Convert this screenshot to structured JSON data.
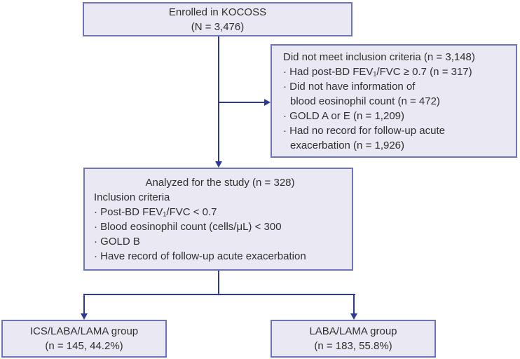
{
  "colors": {
    "box_fill": "#eae9f3",
    "box_border": "#6e75b7",
    "connector": "#2d3a94",
    "text": "#2f2f2f"
  },
  "flowchart": {
    "enrolled": {
      "line1": "Enrolled in KOCOSS",
      "line2": "(N = 3,476)"
    },
    "excluded": {
      "title": "Did not meet inclusion criteria (n = 3,148)",
      "items": [
        [
          "· Had post-BD FEV₁/FVC ≥ 0.7 (n = 317)"
        ],
        [
          "· Did not have information of",
          "blood eosinophil count (n = 472)"
        ],
        [
          "· GOLD A or E (n = 1,209)"
        ],
        [
          "· Had no record for follow-up acute",
          "exacerbation (n = 1,926)"
        ]
      ]
    },
    "analyzed": {
      "title": "Analyzed for the study (n = 328)",
      "subtitle": "Inclusion criteria",
      "items": [
        [
          "· Post-BD FEV₁/FVC < 0.7"
        ],
        [
          "· Blood eosinophil count (cells/μL) < 300"
        ],
        [
          "· GOLD B"
        ],
        [
          "· Have record of follow-up acute exacerbation"
        ]
      ]
    },
    "group_left": {
      "line1": "ICS/LABA/LAMA group",
      "line2": "(n = 145, 44.2%)"
    },
    "group_right": {
      "line1": "LABA/LAMA group",
      "line2": "(n = 183, 55.8%)"
    }
  }
}
